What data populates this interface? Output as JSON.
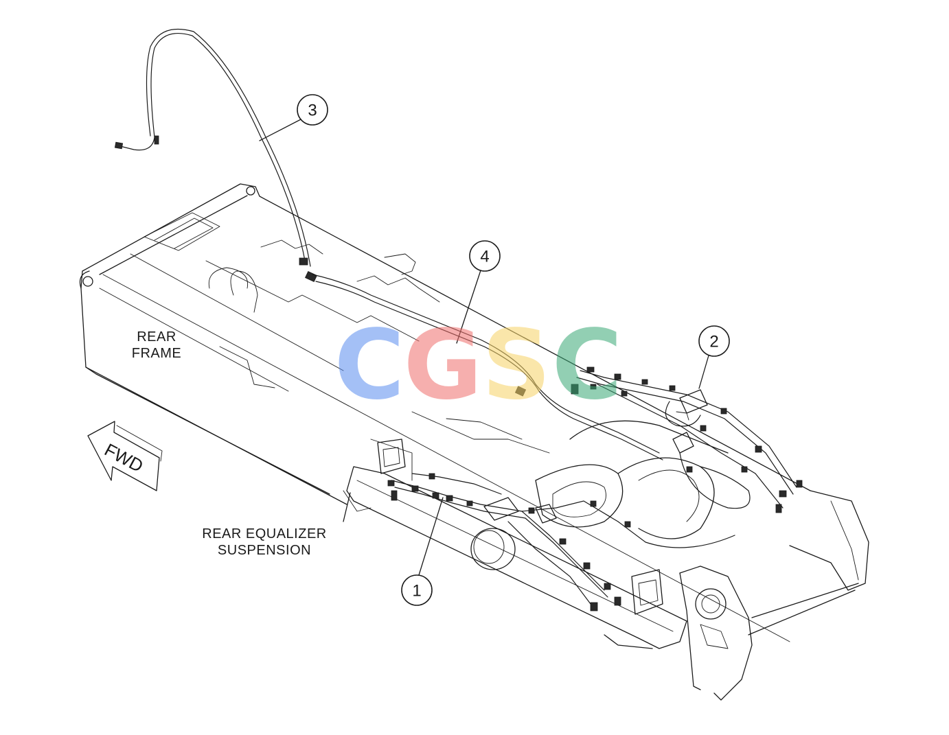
{
  "labels": {
    "rear_frame_line1": "REAR",
    "rear_frame_line2": "FRAME",
    "rear_equalizer_line1": "REAR EQUALIZER",
    "rear_equalizer_line2": "SUSPENSION",
    "fwd_arrow": "FWD"
  },
  "callouts": [
    "1",
    "2",
    "3",
    "4"
  ],
  "watermark": {
    "letters": [
      "C",
      "G",
      "S",
      "C"
    ],
    "colors": [
      "#5b8def",
      "#ef6f6c",
      "#f6d365",
      "#3aa876"
    ]
  },
  "colors": {
    "line": "#1a1a1a",
    "background": "#ffffff"
  }
}
